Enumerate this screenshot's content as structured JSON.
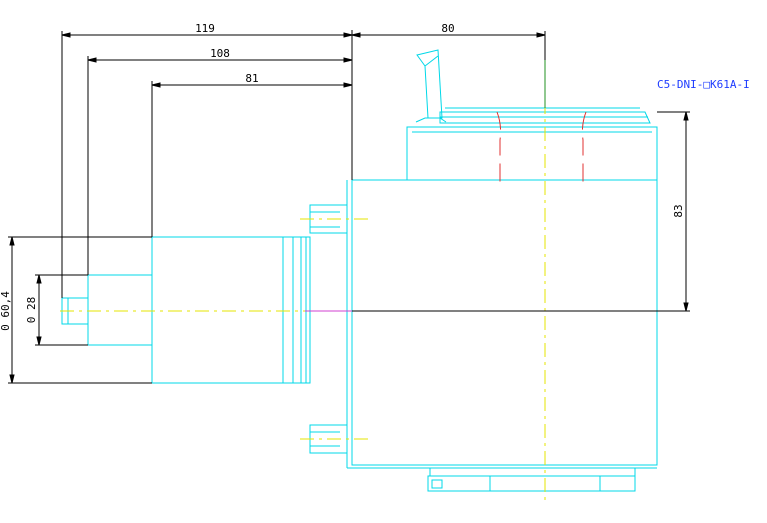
{
  "drawing": {
    "part_label": "C5-DNI-□K61A-I",
    "dimensions": {
      "overall_119": "119",
      "shaft_108": "108",
      "body_81": "81",
      "right_80": "80",
      "height_83": "83",
      "dia_60_4": "0 60,4",
      "dia_28": "0 28"
    }
  },
  "colors": {
    "outline": "#00d8e8",
    "dimension": "#000000",
    "centerline": "#e6e600",
    "hidden": "#e03030",
    "label": "#1e3cff",
    "axis_tick": "#209020"
  }
}
